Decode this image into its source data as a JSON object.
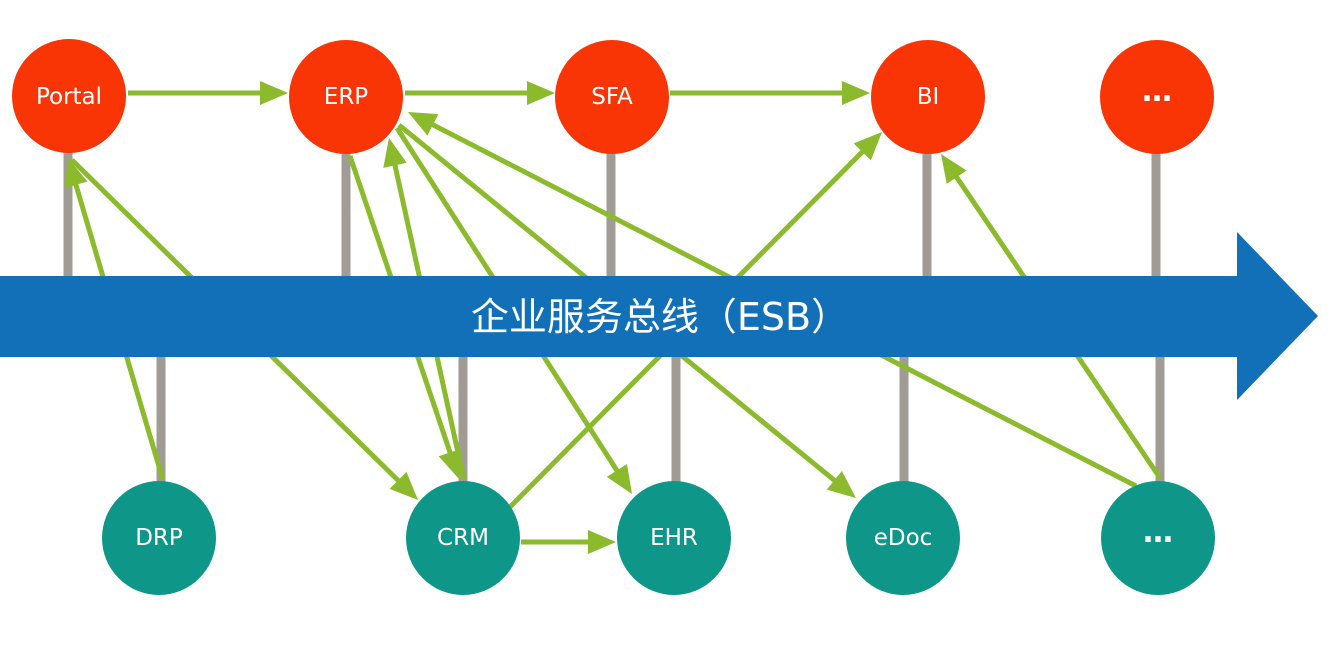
{
  "diagram": {
    "bus": {
      "label": "企业服务总线（ESB）"
    },
    "top_nodes": [
      {
        "id": "portal",
        "label": "Portal"
      },
      {
        "id": "erp",
        "label": "ERP"
      },
      {
        "id": "sfa",
        "label": "SFA"
      },
      {
        "id": "bi",
        "label": "BI"
      },
      {
        "id": "more_top",
        "label": "…"
      }
    ],
    "bottom_nodes": [
      {
        "id": "drp",
        "label": "DRP"
      },
      {
        "id": "crm",
        "label": "CRM"
      },
      {
        "id": "ehr",
        "label": "EHR"
      },
      {
        "id": "edoc",
        "label": "eDoc"
      },
      {
        "id": "more_bottom",
        "label": "…"
      }
    ],
    "edges": [
      {
        "from": "portal",
        "to": "erp"
      },
      {
        "from": "erp",
        "to": "sfa"
      },
      {
        "from": "sfa",
        "to": "bi"
      },
      {
        "from": "drp",
        "to": "portal"
      },
      {
        "from": "portal",
        "to": "crm"
      },
      {
        "from": "erp",
        "to": "crm"
      },
      {
        "from": "crm",
        "to": "erp"
      },
      {
        "from": "erp",
        "to": "ehr"
      },
      {
        "from": "erp",
        "to": "edoc"
      },
      {
        "from": "crm",
        "to": "ehr"
      },
      {
        "from": "crm",
        "to": "bi"
      },
      {
        "from": "more_bottom",
        "to": "erp"
      },
      {
        "from": "more_bottom",
        "to": "bi"
      }
    ]
  },
  "colors": {
    "top_node": "#F93506",
    "bottom_node": "#0E9688",
    "bus": "#1170B8",
    "arrow": "#8BBA2C",
    "connector": "#A09C95",
    "label": "#FFFFFF"
  }
}
